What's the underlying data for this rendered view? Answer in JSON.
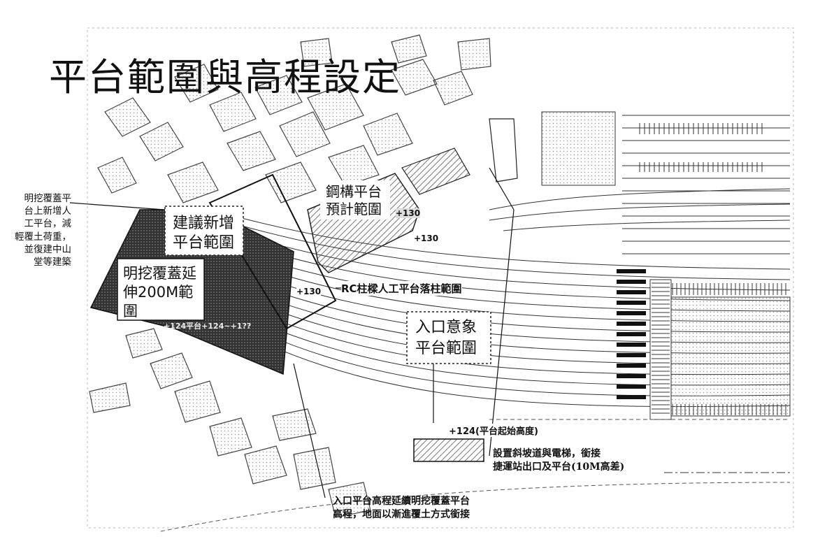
{
  "title": "平台範圍與高程設定",
  "notes": {
    "left": [
      "明挖覆蓋平",
      "台上新增人",
      "工平台，減",
      "輕覆土荷重，",
      "並復建中山",
      "堂等建築"
    ],
    "bottom_center": [
      "入口平台高程延續明挖覆蓋平台",
      "高程，地面以漸進覆土方式銜接"
    ],
    "bottom_right": [
      "設置斜坡道與電梯，銜接",
      "捷運站出口及平台(10M高差)"
    ]
  },
  "areas": {
    "suggested_platform": [
      "建議新增",
      "平台範圍"
    ],
    "cut_and_cover_extension": [
      "明挖覆蓋延",
      "伸200M範",
      "圍"
    ],
    "steel_platform": [
      "鋼構平台",
      "預計範圍"
    ],
    "entrance_platform": [
      "入口意象",
      "平台範圍"
    ],
    "rc_platform": "RC柱樑人工平台落柱範圍"
  },
  "elevations": {
    "e130_a": "+130",
    "e130_b": "+130",
    "e130_c": "+130",
    "e124": "+124(平台起始高度)",
    "e_mid": "+124平台+124~+1??"
  }
}
